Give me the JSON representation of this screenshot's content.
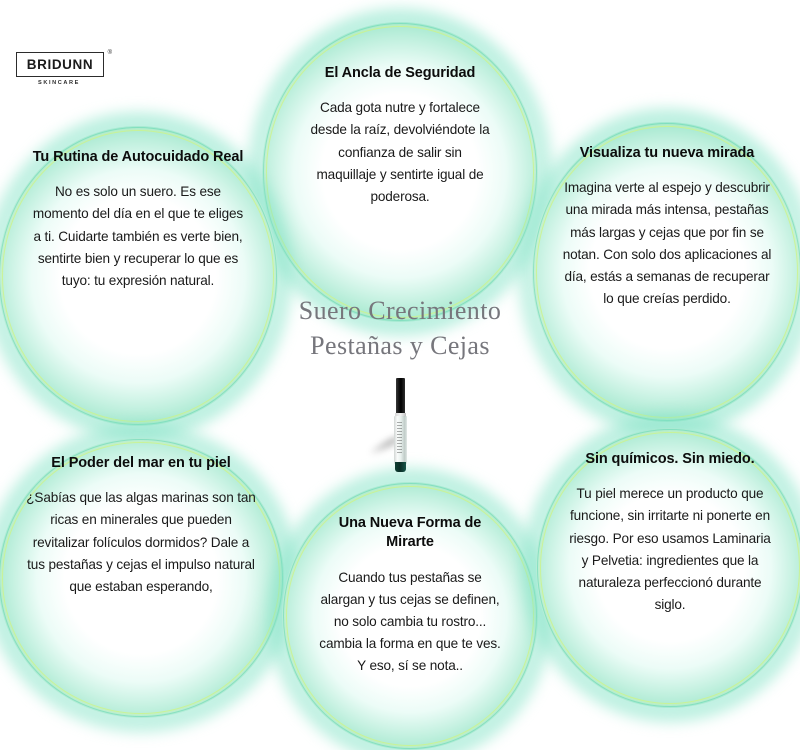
{
  "brand": {
    "name": "BRIDUNN",
    "tagline": "SKINCARE",
    "registered_mark": "®"
  },
  "center": {
    "product_title": "Suero Crecimiento\nPestañas y Cejas",
    "product_image_name": "serum-applicator-tube"
  },
  "theme": {
    "bubble_teal": "#66dcb4",
    "bubble_glow": "#7ee2c4",
    "bubble_rim_highlight": "#cdf38c",
    "title_gray": "#76767c",
    "body_text": "#1a1a1a",
    "background": "#ffffff"
  },
  "bubbles": [
    {
      "id": "el-ancla-de-seguridad",
      "title": "El Ancla de Seguridad",
      "body": "Cada gota nutre y fortalece desde la raíz, devolviéndote la confianza de salir sin maquillaje y sentirte igual de poderosa."
    },
    {
      "id": "tu-rutina-de-autocuidado-real",
      "title": "Tu Rutina de Autocuidado Real",
      "body": "No es solo un suero. Es ese momento del día en el que te eliges a ti. Cuidarte también es verte bien, sentirte bien y recuperar lo que es tuyo: tu expresión natural."
    },
    {
      "id": "visualiza-tu-nueva-mirada",
      "title": "Visualiza tu nueva mirada",
      "body": "Imagina verte al espejo y descubrir una mirada más intensa, pestañas más largas y cejas que por fin se notan. Con solo dos aplicaciones al día, estás a semanas de recuperar lo que creías perdido."
    },
    {
      "id": "el-poder-del-mar-en-tu-piel",
      "title": "El Poder del mar en tu piel",
      "body": "¿Sabías que las algas marinas son tan ricas en minerales que pueden revitalizar folículos dormidos? Dale a tus pestañas y cejas el impulso natural que estaban esperando,"
    },
    {
      "id": "una-nueva-forma-de-mirarte",
      "title": "Una Nueva Forma de Mirarte",
      "body": "Cuando tus pestañas se alargan y tus cejas se definen, no solo cambia tu rostro... cambia la forma en que te ves. Y eso, sí se nota.."
    },
    {
      "id": "sin-quimicos-sin-miedo",
      "title": "Sin químicos. Sin miedo.",
      "body": "Tu piel merece un producto que funcione, sin irritarte ni ponerte en riesgo. Por eso usamos Laminaria y Pelvetia: ingredientes que la naturaleza perfeccionó durante siglo."
    }
  ]
}
